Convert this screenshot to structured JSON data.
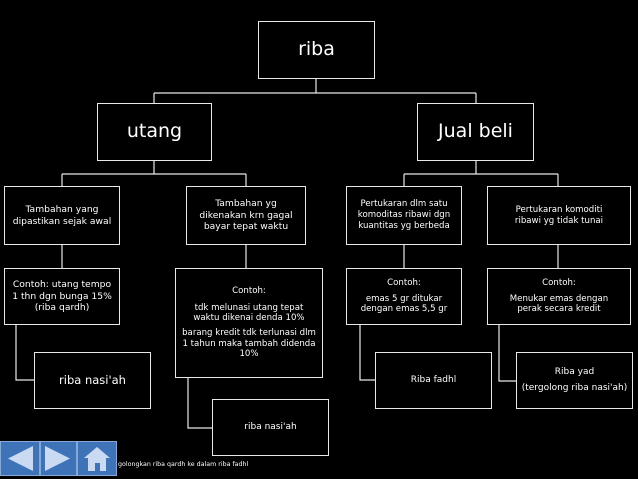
{
  "root": {
    "label": "riba"
  },
  "branches": {
    "utang": {
      "label": "utang"
    },
    "jual_beli": {
      "label": "Jual beli"
    }
  },
  "categories": {
    "dipastikan": {
      "lines": [
        "Tambahan yang",
        "dipastikan sejak awal"
      ]
    },
    "terlambat": {
      "lines": [
        "Tambahan yg",
        "dikenakan krn gagal",
        "bayar tepat waktu"
      ]
    },
    "kuantitas": {
      "lines": [
        "Pertukaran dlm satu",
        "komoditas ribawi dgn",
        "kuantitas yg berbeda"
      ]
    },
    "tidak_tunai": {
      "lines": [
        "Pertukaran komoditi",
        "ribawi yg tidak tunai"
      ]
    }
  },
  "examples": {
    "utang_tempo": {
      "lines": [
        "Contoh: utang tempo",
        "1 thn dgn bunga 15%",
        "(riba qardh)"
      ]
    },
    "denda": {
      "lines": [
        "Contoh:",
        "tdk melunasi utang tepat",
        "waktu dikenai denda 10%",
        "barang kredit tdk terlunasi dlm",
        "1 tahun maka tambah didenda",
        "10%"
      ]
    },
    "emas_gr": {
      "lines": [
        "Contoh:",
        "emas 5 gr ditukar",
        "dengan emas 5,5 gr"
      ]
    },
    "emas_perak": {
      "lines": [
        "Contoh:",
        "Menukar emas dengan",
        "perak secara kredit"
      ]
    }
  },
  "results": {
    "nasiah_1": {
      "label": "riba nasi'ah"
    },
    "nasiah_2": {
      "label": "riba nasi'ah"
    },
    "fadhl": {
      "label": "Riba fadhl"
    },
    "yad": {
      "lines": [
        "Riba yad",
        "(tergolong riba nasi'ah)"
      ]
    }
  },
  "footnote": "golongkan riba qardh ke dalam riba fadhl",
  "nav": {
    "prev_icon": "arrow-left-icon",
    "next_icon": "arrow-right-icon",
    "home_icon": "home-icon",
    "color": "#3f73b8"
  }
}
